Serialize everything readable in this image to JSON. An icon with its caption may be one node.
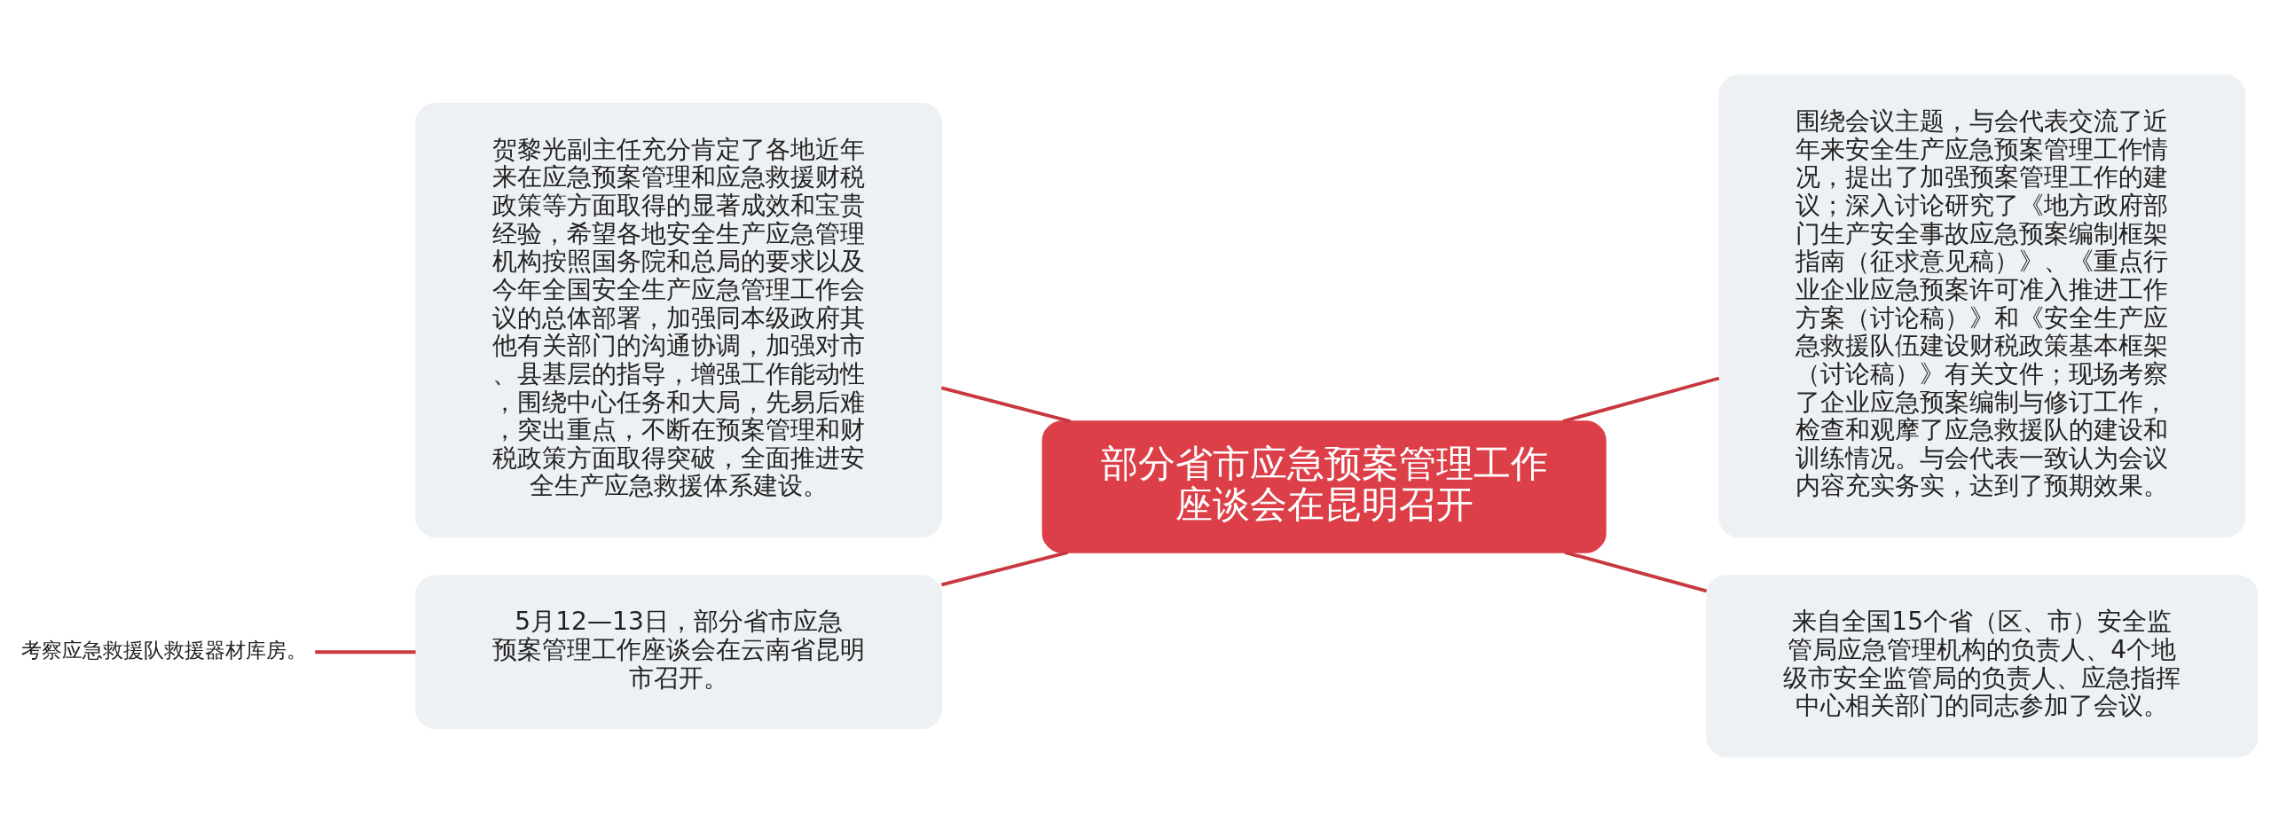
{
  "diagram": {
    "nodes": [
      {
        "text": [
          "部分省市应急预案管理工作座谈会在昆明召开"
        ]
      },
      {
        "text": [
          "贺黎光副主任充分肯定了各地近年来在应急预案管理和应急救援财税政策等方面取得的显著成效和宝贵经验，希望各地安全生产应急管理机构按照国务院和总局的要求以及今年全国安全生产应急管理工作会议的总体部署，加强同本级政府其他有关部门的沟通协调，加强对市、县基层的指导，增强工作能动性，围绕中心任务和大局，先易后难，突出重点，不断在预案管理和财税政策方面取得突破，全面推进安全生产应急救援体系建设。"
        ]
      },
      {
        "text": [
          "5月12—13日，部分省市应急预案管理工作座谈会在云南省昆明市召开。"
        ]
      },
      {
        "text": [
          "考察应急救援队救援器材库房。"
        ]
      },
      {
        "text": [
          "围绕会议主题，与会代表交流了近年来安全生产应急预案管理工作情况，提出了加强预案管理工作的建议；深入讨论研究了《地方政府部门生产安全事故应急预案编制框架指南（征求意见稿）》、《重点行业企业应急预案许可准入推进工作方案（讨论稿）》和《安全生产应急救援队伍建设财税政策基本框架（讨论稿）》有关文件；现场考察了企业应急预案编制与修订工作，检查和观摩了应急救援队的建设和训练情况。与会代表一致认为会议内容充实务实，达到了预期效果。"
        ]
      },
      {
        "text": [
          "来自全国15个省（区、市）安全监管局应急管理机构的负责人、4个地级市安全监管局的负责人、应急指挥中心相关部门的同志参加了会议。"
        ]
      }
    ],
    "edges": [
      {
        "from": 0,
        "to": 1,
        "arrow": "none"
      },
      {
        "from": 0,
        "to": 2,
        "arrow": "none"
      },
      {
        "from": 2,
        "to": 3,
        "arrow": "none"
      },
      {
        "from": 0,
        "to": 4,
        "arrow": "none"
      },
      {
        "from": 0,
        "to": 5,
        "arrow": "none"
      }
    ]
  }
}
